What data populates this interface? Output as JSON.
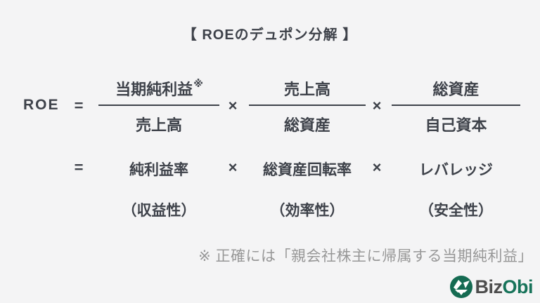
{
  "colors": {
    "background": "#f4f4f5",
    "text": "#3e424a",
    "footnote_gray": "#979797",
    "logo_green": "#17735a",
    "logo_dark": "#4d4d4d"
  },
  "title": "【 ROEのデュポン分解 】",
  "formula": {
    "lhs": "ROE",
    "equals": "=",
    "multiply": "×",
    "fractions": [
      {
        "numerator": "当期純利益",
        "numerator_note": "※",
        "denominator": "売上高"
      },
      {
        "numerator": "売上高",
        "numerator_note": "",
        "denominator": "総資産"
      },
      {
        "numerator": "総資産",
        "numerator_note": "",
        "denominator": "自己資本"
      }
    ],
    "names": [
      "純利益率",
      "総資産回転率",
      "レバレッジ"
    ],
    "aspects": [
      "（収益性）",
      "（効率性）",
      "（安全性）"
    ]
  },
  "footnote": "※ 正確には「親会社株主に帰属する当期純利益」",
  "logo": {
    "biz": "Biz",
    "obi": "Obi"
  }
}
